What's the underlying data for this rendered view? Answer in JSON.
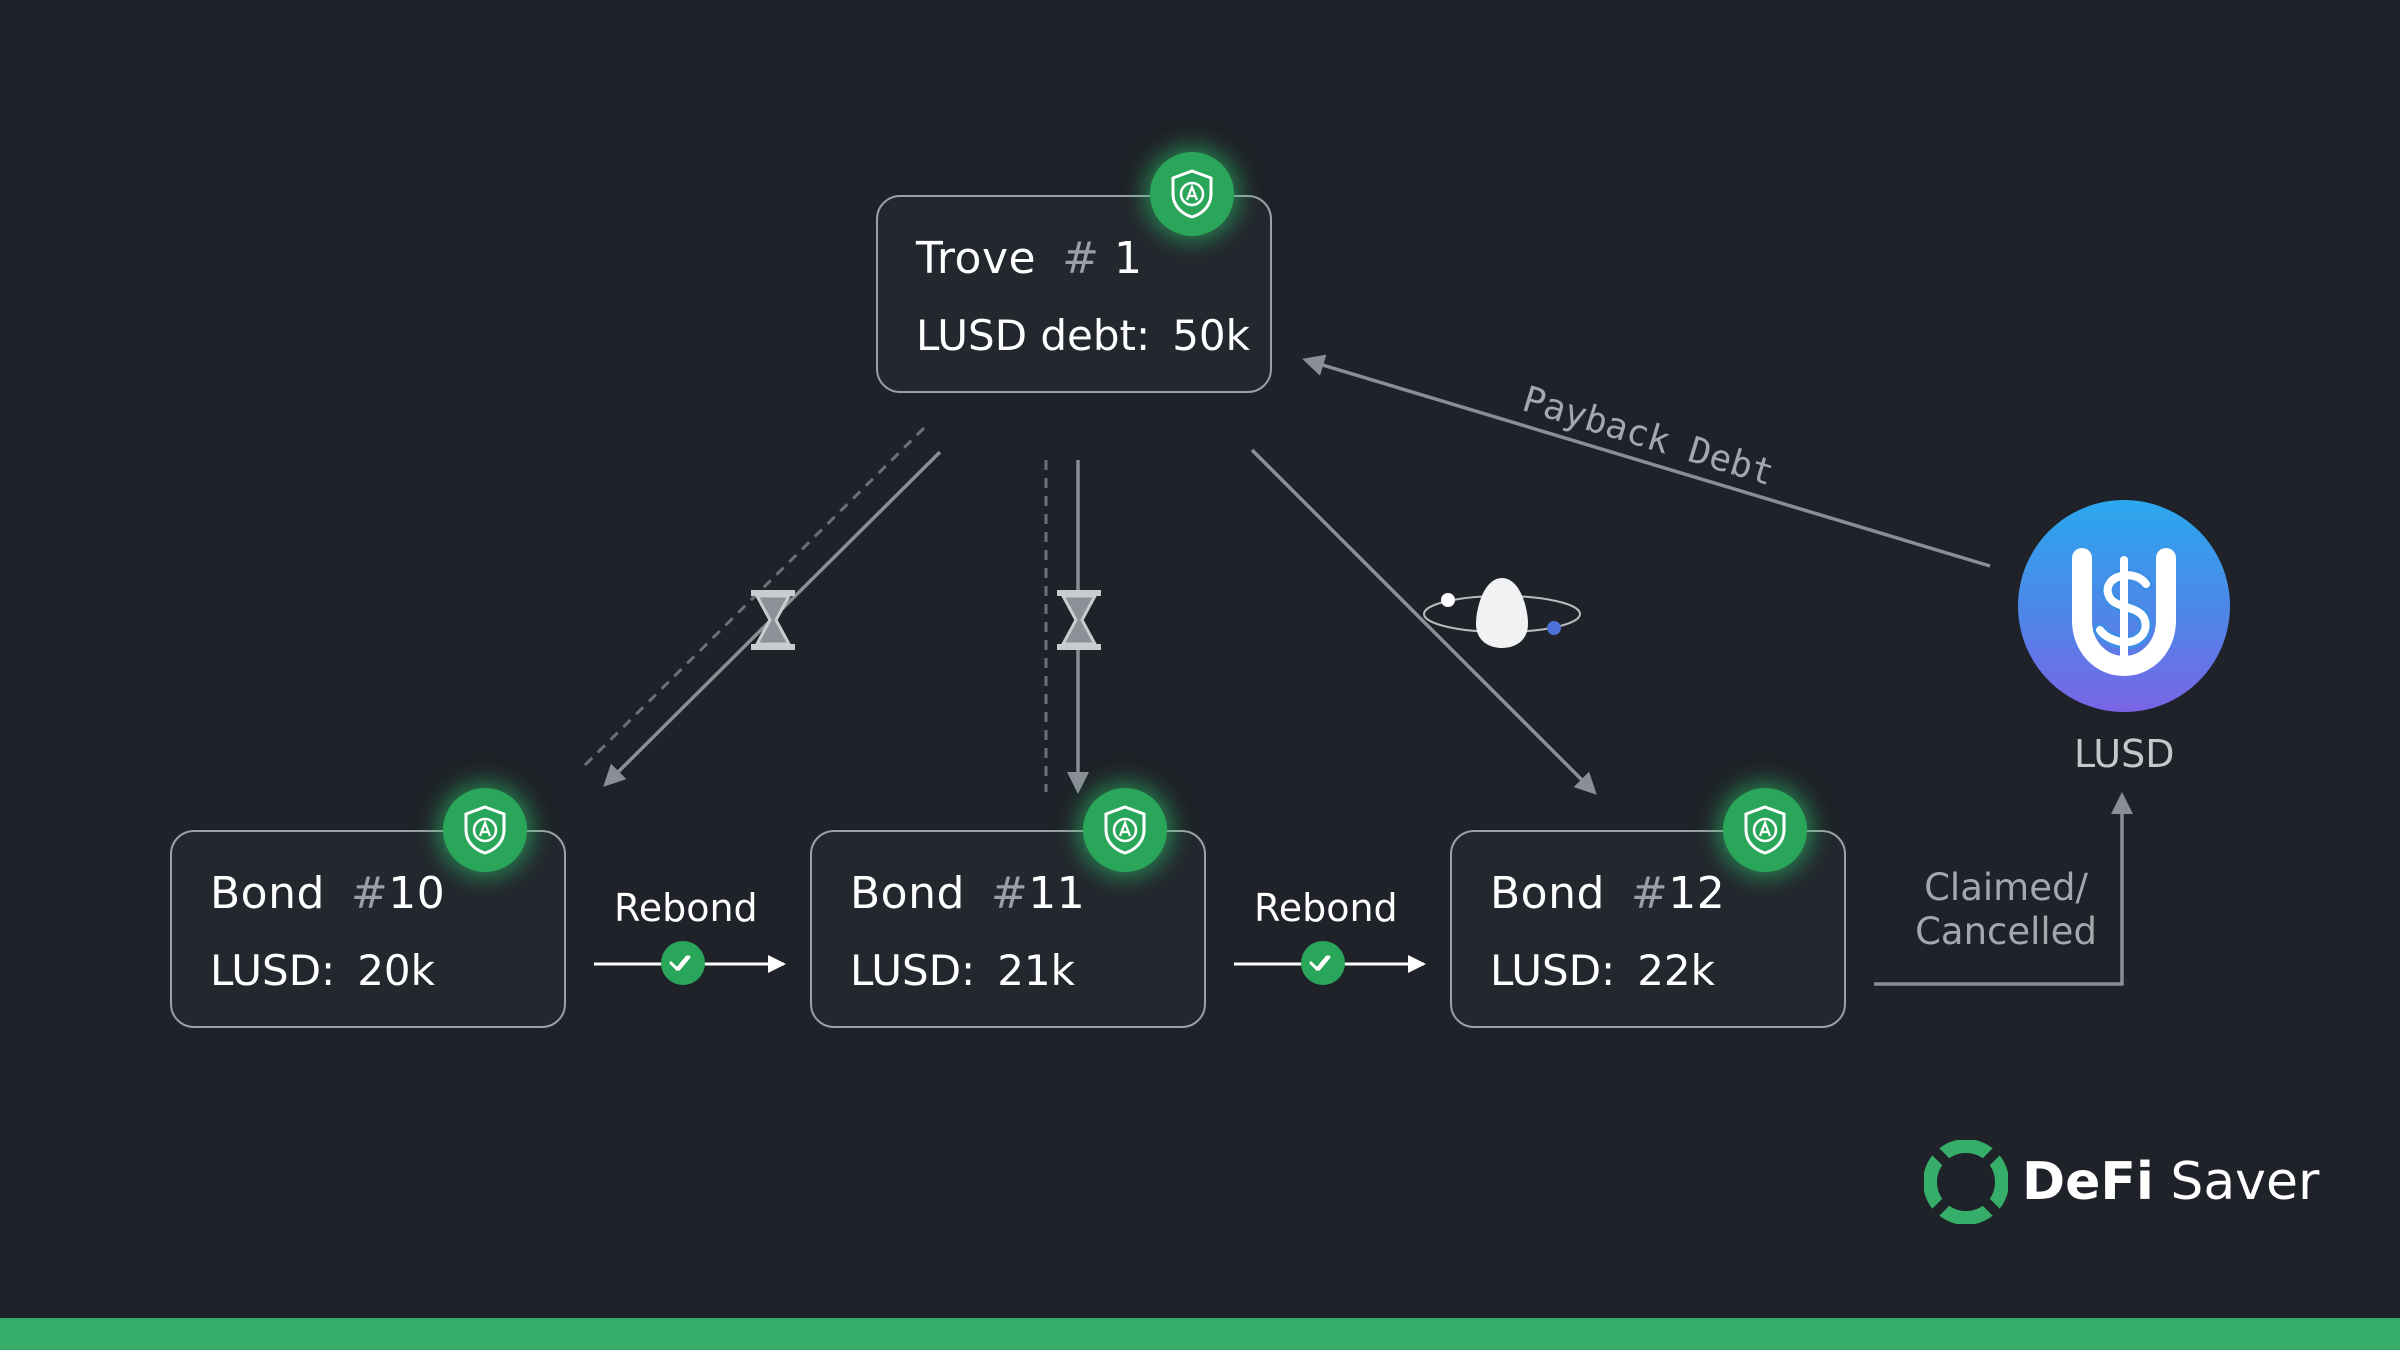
{
  "trove": {
    "name": "Trove",
    "number": "1",
    "debt_label": "LUSD debt:",
    "debt_value": "50k"
  },
  "bonds": [
    {
      "name": "Bond",
      "number": "10",
      "label": "LUSD:",
      "value": "20k"
    },
    {
      "name": "Bond",
      "number": "11",
      "label": "LUSD:",
      "value": "21k"
    },
    {
      "name": "Bond",
      "number": "12",
      "label": "LUSD:",
      "value": "22k"
    }
  ],
  "hash_symbol": "#",
  "rebond_labels": [
    "Rebond",
    "Rebond"
  ],
  "payback_label": "Payback Debt",
  "claimed_label_line1": "Claimed/",
  "claimed_label_line2": "Cancelled",
  "lusd_token_label": "LUSD",
  "brand": {
    "part1": "DeFi",
    "part2": "Saver"
  },
  "icons": {
    "shield": "automation-shield-icon",
    "hourglass": "hourglass-icon",
    "check": "double-check-icon",
    "chicken": "egg-orbit-icon",
    "lusd": "lusd-token-icon",
    "logo": "defi-saver-logo-icon"
  },
  "colors": {
    "background": "#1f2228",
    "accent_green": "#2aa65a",
    "footer_green": "#36ad68",
    "border": "#9aa0a6",
    "arrow": "#8a8f96"
  }
}
